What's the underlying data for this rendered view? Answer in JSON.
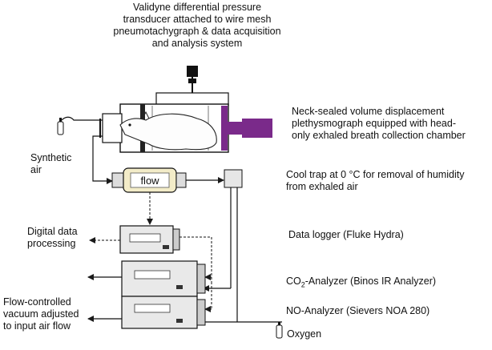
{
  "labels": {
    "top": "Validyne differential pressure\ntransducer attached to wire mesh\npneumotachygraph & data acquisition\nand analysis system",
    "plethysmograph": "Neck-sealed volume displacement\nplethysmograph equipped with head-\nonly exhaled breath collection chamber",
    "synthetic_air": "Synthetic\nair",
    "flow": "flow",
    "cool_trap": "Cool trap at 0 °C for removal of humidity\nfrom exhaled air",
    "digital_processing": "Digital data\nprocessing",
    "data_logger": "Data logger (Fluke Hydra)",
    "co2_prefix": "CO",
    "co2_sub": "2",
    "co2_rest": "-Analyzer (Binos IR Analyzer)",
    "no_analyzer": "NO-Analyzer (Sievers NOA 280)",
    "vacuum": "Flow-controlled\nvacuum adjusted\nto input air flow",
    "oxygen": "Oxygen"
  },
  "colors": {
    "line": "#1a1a1a",
    "purple": "#7a2a8a",
    "device_fill": "#e9e9e9",
    "flow_fill": "#f3ecc8"
  }
}
